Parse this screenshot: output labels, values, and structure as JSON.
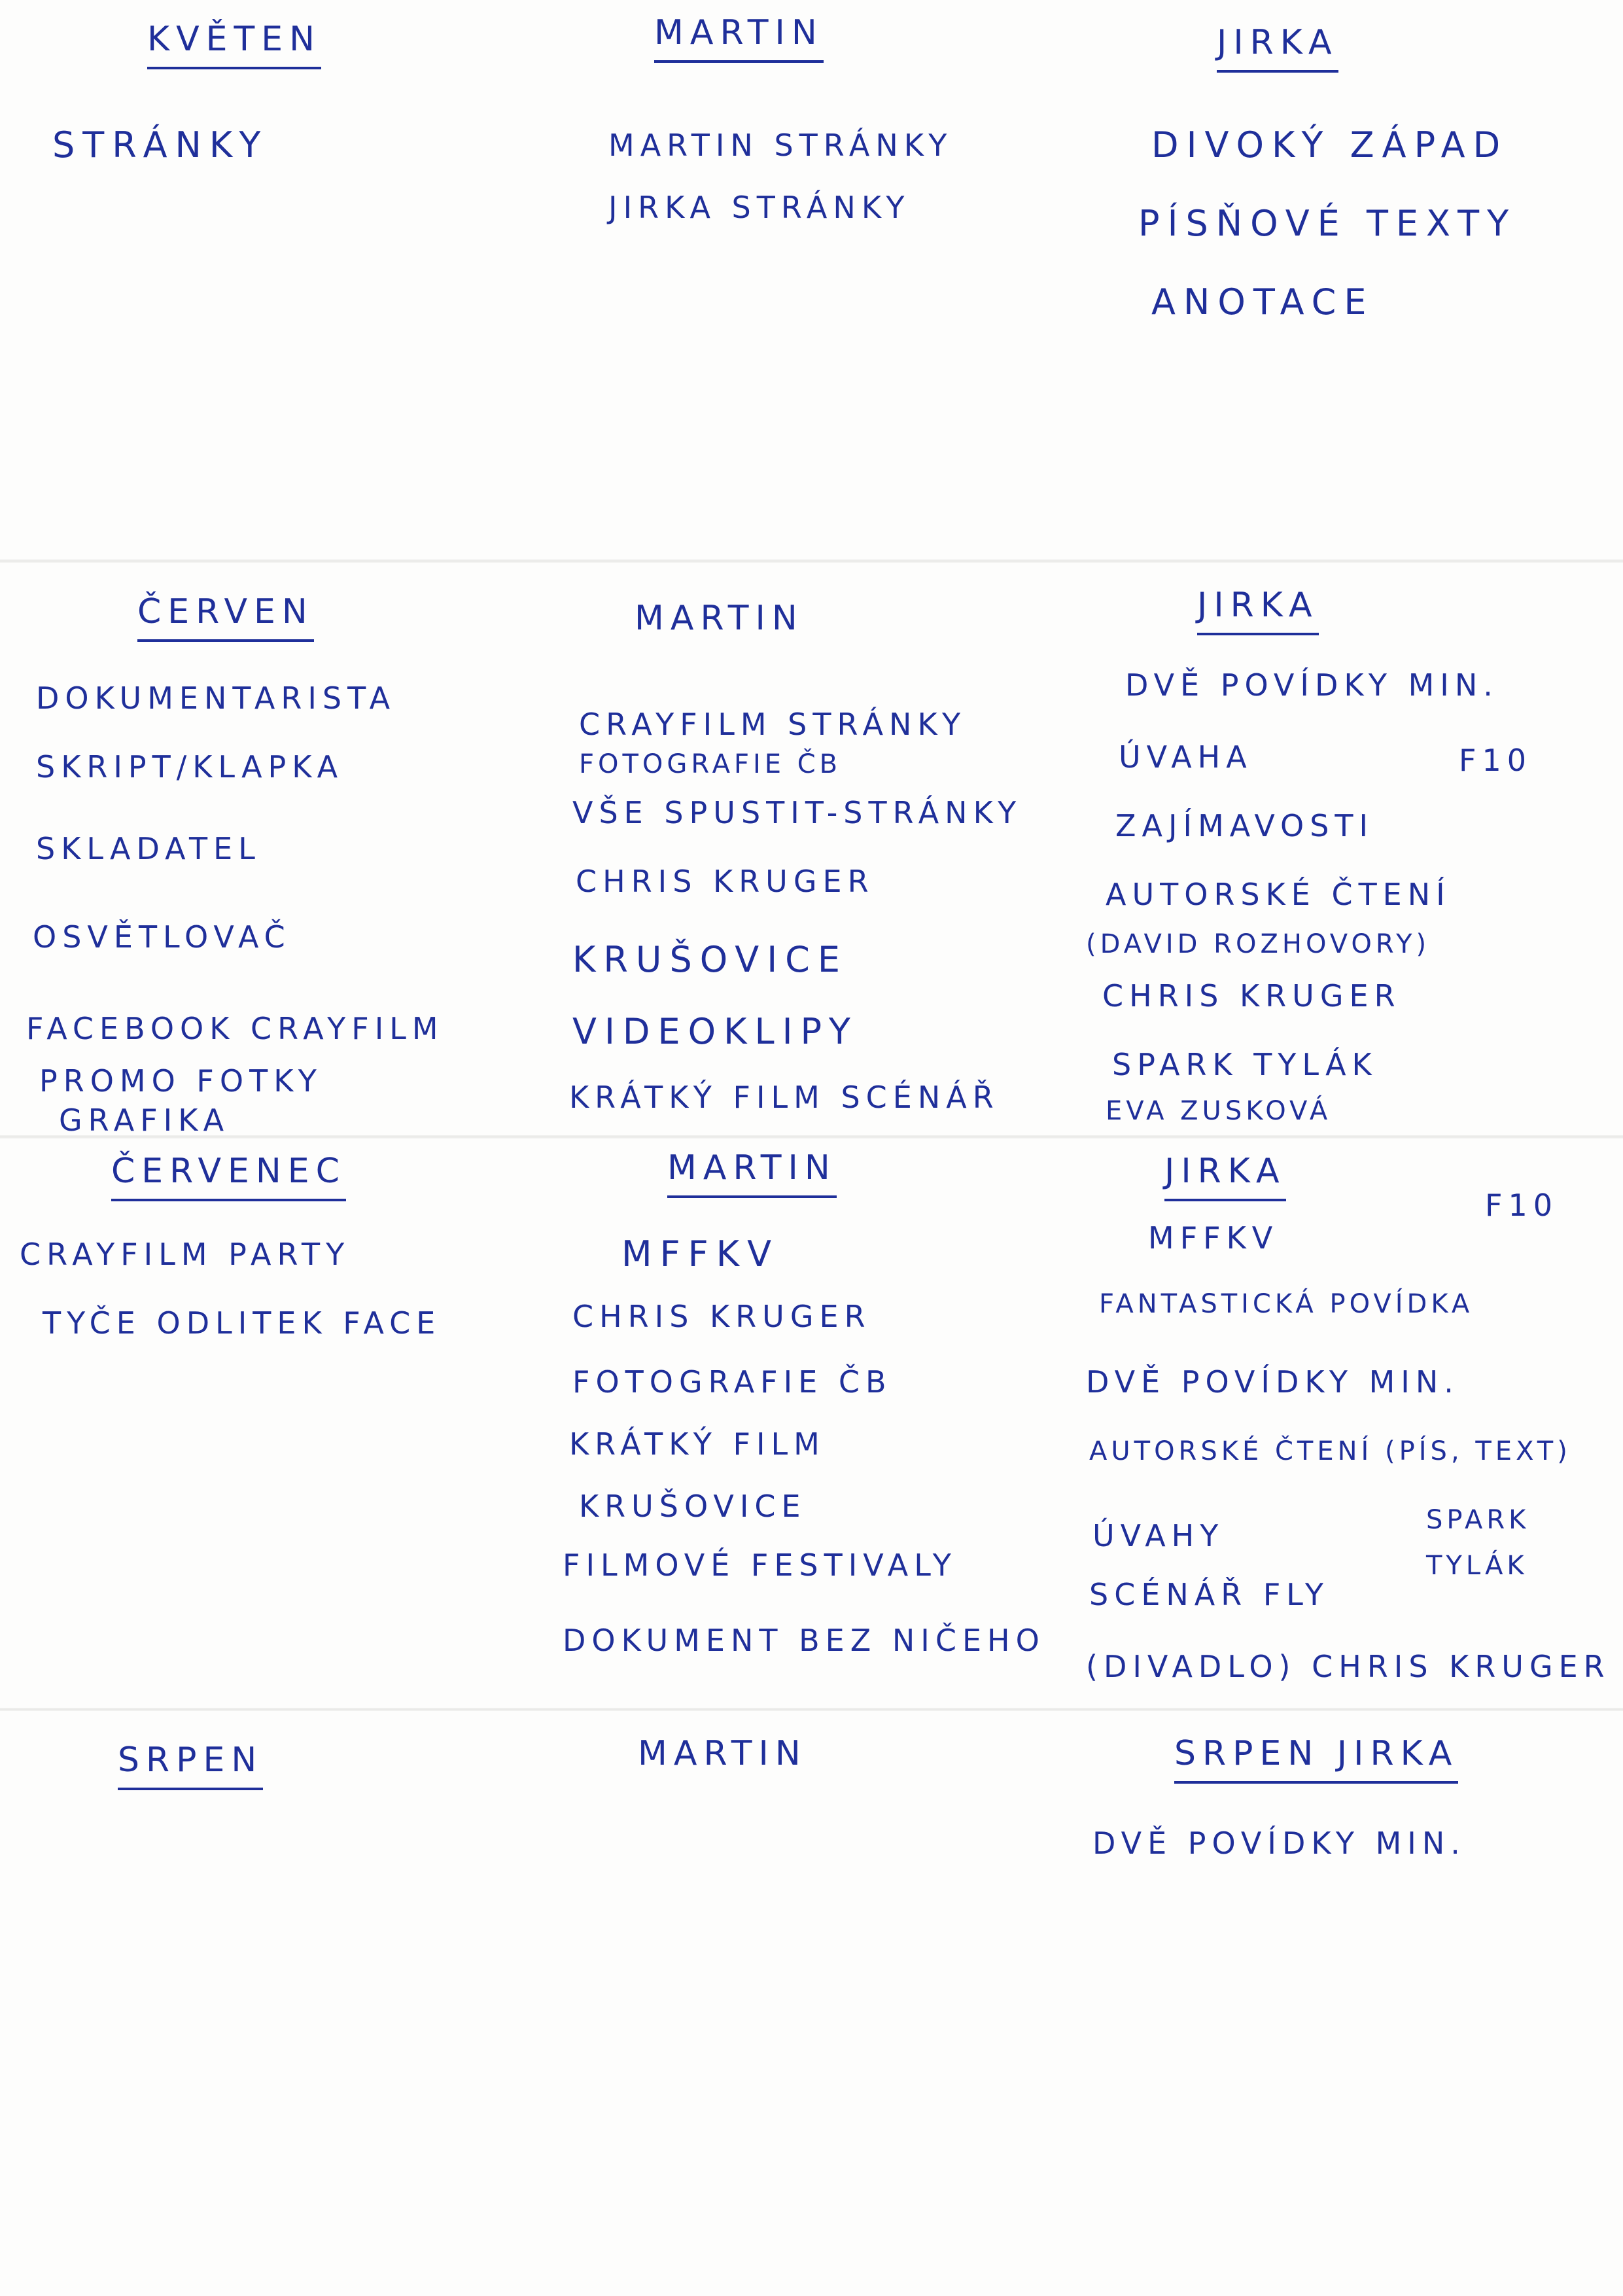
{
  "sections": [
    {
      "month": "KVĚTEN",
      "month_items": [
        "STRÁNKY"
      ],
      "martin": "MARTIN",
      "martin_items": [
        "MARTIN STRÁNKY",
        "JIRKA STRÁNKY"
      ],
      "jirka": "JIRKA",
      "jirka_items": [
        "DIVOKÝ ZÁPAD",
        "PÍSŇOVÉ TEXTY",
        "ANOTACE"
      ]
    },
    {
      "month": "ČERVEN",
      "month_items": [
        "DOKUMENTARISTA",
        "SKRIPT/KLAPKA",
        "SKLADATEL",
        "OSVĚTLOVAČ",
        "FACEBOOK CRAYFILM",
        "PROMO FOTKY",
        "GRAFIKA"
      ],
      "martin": "MARTIN",
      "martin_items": [
        "CRAYFILM STRÁNKY",
        "FOTOGRAFIE ČB",
        "VŠE SPUSTIT-STRÁNKY",
        "CHRIS KRUGER",
        "KRUŠOVICE",
        "VIDEOKLIPY",
        "KRÁTKÝ FILM SCÉNÁŘ"
      ],
      "jirka": "JIRKA",
      "jirka_items": [
        "DVĚ POVÍDKY MIN.",
        "ÚVAHA",
        "F10",
        "ZAJÍMAVOSTI",
        "AUTORSKÉ ČTENÍ",
        "(DAVID ROZHOVORY)",
        "CHRIS KRUGER",
        "SPARK TYLÁK",
        "EVA ZUSKOVÁ"
      ]
    },
    {
      "month": "ČERVENEC",
      "month_items": [
        "CRAYFILM PARTY",
        "TYČE ODLITEK FACE"
      ],
      "martin": "MARTIN",
      "martin_items": [
        "MFFKV",
        "CHRIS KRUGER",
        "FOTOGRAFIE ČB",
        "KRÁTKÝ FILM",
        "KRUŠOVICE",
        "FILMOVÉ FESTIVALY",
        "DOKUMENT BEZ NIČEHO"
      ],
      "jirka": "JIRKA",
      "jirka_items": [
        "F10",
        "MFFKV",
        "FANTASTICKÁ POVÍDKA",
        "DVĚ POVÍDKY MIN.",
        "AUTORSKÉ ČTENÍ (PÍS, TEXT)",
        "SPARK",
        "TYLÁK",
        "ÚVAHY",
        "SCÉNÁŘ FLY",
        "(DIVADLO) CHRIS KRUGER"
      ]
    },
    {
      "month": "SRPEN",
      "month_items": [],
      "martin": "MARTIN",
      "martin_items": [],
      "jirka": "SRPEN JIRKA",
      "jirka_items": [
        "DVĚ POVÍDKY MIN."
      ]
    }
  ]
}
